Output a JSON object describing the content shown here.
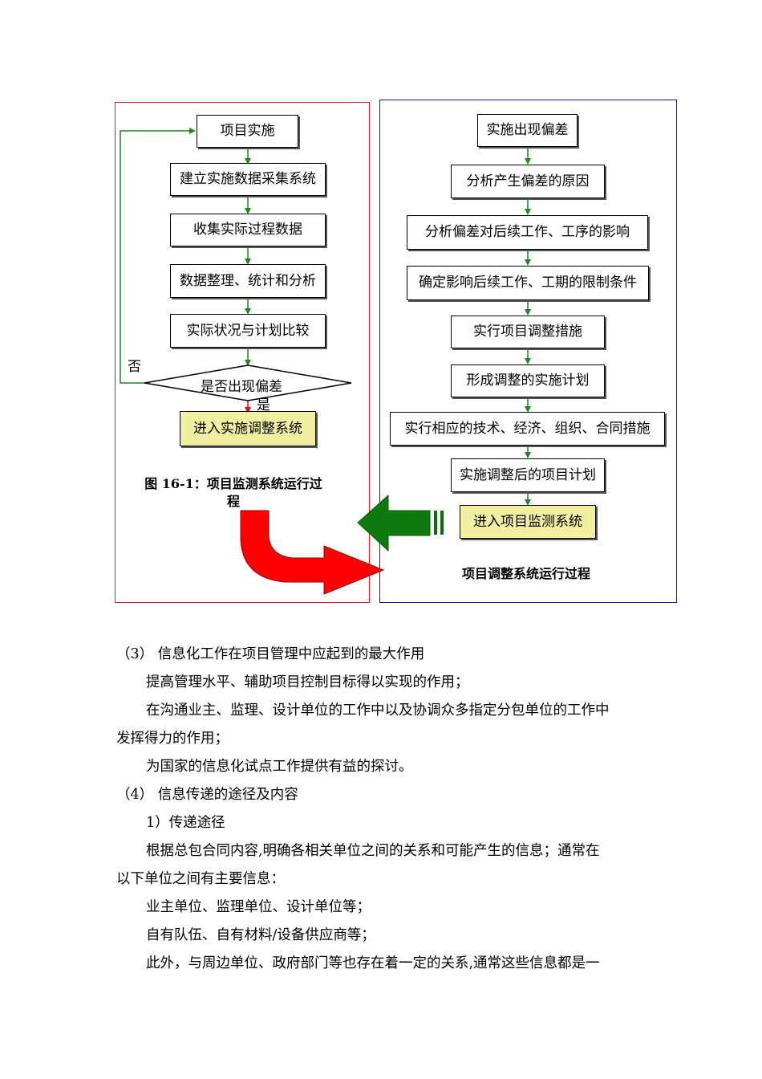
{
  "left_chart": {
    "boxes": [
      "项目实施",
      "建立实施数据采集系统",
      "收集实际过程数据",
      "数据整理、统计和分析",
      "实际状况与计划比较"
    ],
    "decision": "是否出现偏差",
    "no_label": "否",
    "yes_label": "是",
    "result": "进入实施调整系统",
    "caption_line1": "图 16-1：项目监测系统运行过",
    "caption_line2": "程",
    "frame_color": "#e02020"
  },
  "right_chart": {
    "boxes": [
      "实施出现偏差",
      "分析产生偏差的原因",
      "分析偏差对后续工作、工序的影响",
      "确定影响后续工作、工期的限制条件",
      "实行项目调整措施",
      "形成调整的实施计划",
      "实行相应的技术、经济、组织、合同措施",
      "实施调整后的项目计划"
    ],
    "result": "进入项目监测系统",
    "caption": "项目调整系统运行过程",
    "frame_color": "#1a1aa0"
  },
  "colors": {
    "arrow_green": "#1a8a1a",
    "arrow_red": "#ff0000",
    "result_fill": "#f0f0a0"
  },
  "body": {
    "lines": [
      "（3）    信息化工作在项目管理中应起到的最大作用",
      "提高管理水平、辅助项目控制目标得以实现的作用；",
      "在沟通业主、监理、设计单位的工作中以及协调众多指定分包单位的工作中",
      "发挥得力的作用；",
      "为国家的信息化试点工作提供有益的探讨。",
      "（4）    信息传递的途径及内容",
      "1）传递途径",
      "根据总包合同内容,明确各相关单位之间的关系和可能产生的信息；通常在",
      "以下单位之间有主要信息：",
      "业主单位、监理单位、设计单位等；",
      "自有队伍、自有材料/设备供应商等；",
      "此外，与周边单位、政府部门等也存在着一定的关系,通常这些信息都是一"
    ]
  }
}
